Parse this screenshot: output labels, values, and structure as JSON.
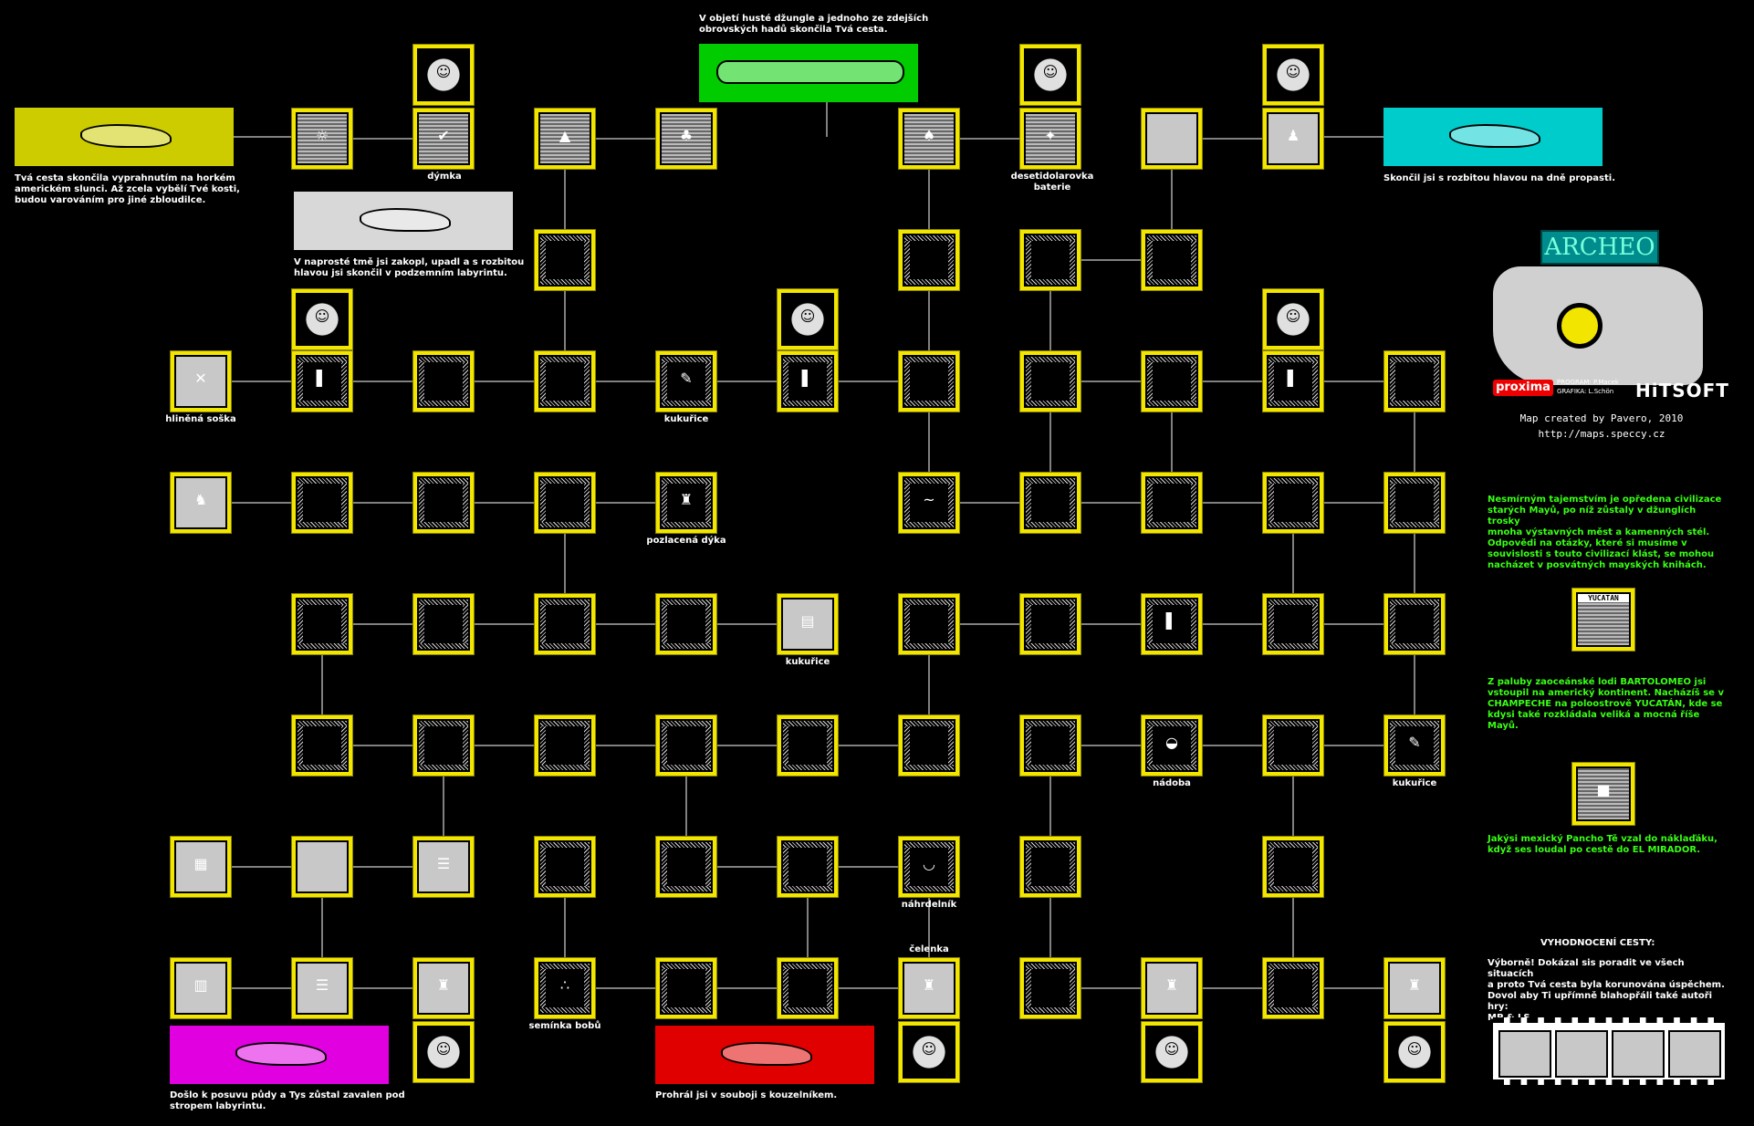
{
  "colors": {
    "frame": "#f2e600",
    "link": "#ffffff",
    "story_text": "#39ff14"
  },
  "map_credit": {
    "line1": "Map created by Pavero, 2010",
    "line2": "http://maps.speccy.cz"
  },
  "logo": {
    "game_title": "ARCHEO",
    "publisher": "proxima",
    "program_credit": "PROGRAM: P.Macek",
    "graphics_credit": "GRAFIKA: L.Schön",
    "developer": "HiTSOFT"
  },
  "item_labels": {
    "dymka": "dýmka",
    "desetidolarovka": "desetidolarovka",
    "baterie": "baterie",
    "hlinena_soska": "hliněná soška",
    "kukurice_1": "kukuřice",
    "pozlacena_dyka": "pozlacená dýka",
    "kukurice_2": "kukuřice",
    "nadoba": "nádoba",
    "kukurice_3": "kukuřice",
    "nahrdelnik": "náhrdelník",
    "celenka": "čelenka",
    "seminka_bobu": "semínka bobů"
  },
  "deaths": {
    "sun_1": "Tvá cesta skončila vyprahnutím na horkém",
    "sun_2": "americkém slunci. Až zcela vybělí Tvé kosti,",
    "sun_3": "budou varováním pro jiné zbloudilce.",
    "snake_1": "V objetí husté džungle a jednoho ze zdejších",
    "snake_2": "obrovských hadů skončila Tvá cesta.",
    "abyss": "Skončil jsi s rozbitou hlavou na dně propasti.",
    "dark_1": "V naprosté tmě jsi zakopl, upadl a s rozbitou",
    "dark_2": "hlavou jsi skončil v podzemním labyrintu.",
    "collapse_1": "Došlo k posuvu půdy a Tys zůstal zavalen pod",
    "collapse_2": "stropem labyrintu.",
    "duel": "Prohrál jsi v souboji s kouzelníkem."
  },
  "story": {
    "intro_1": "Nesmírným tajemstvím je opředena civilizace",
    "intro_2": "starých Mayů, po níž zůstaly v džunglích trosky",
    "intro_3": "mnoha výstavných měst a kamenných stél.",
    "intro_4": "Odpovědi na otázky, které si musíme v",
    "intro_5": "souvislosti s touto civilizací klást, se mohou",
    "intro_6": "nacházet v posvátných mayských knihách.",
    "ship_1": "Z paluby zaoceánské lodi BARTOLOMEO jsi",
    "ship_2": "vstoupil na americký kontinent. Nacházíš se v",
    "ship_3": "CHAMPECHE na poloostrově YUCATÁN, kde se",
    "ship_4": "kdysi také rozkládala veliká a mocná říše Mayů.",
    "truck_1": "Jakýsi mexický Pancho Tě vzal do náklaďáku,",
    "truck_2": "když ses loudal po cestě do EL MIRADOR.",
    "eval_title": "VYHODNOCENÍ CESTY:",
    "eval_1": "Výborně! Dokázal sis poradit ve všech situacích",
    "eval_2": "a proto Tvá cesta byla korunována úspěchem.",
    "eval_3": "Dovol aby Ti upřímně blahopřáli také autoři hry:",
    "eval_4": "MP & LS."
  },
  "small_panels": {
    "yucatan": "YUCATAN"
  }
}
